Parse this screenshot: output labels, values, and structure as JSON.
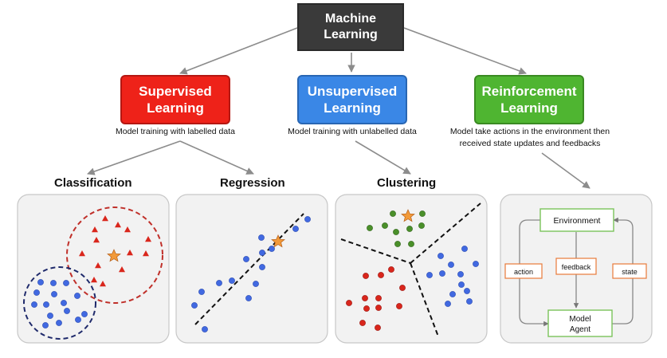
{
  "root": {
    "line1": "Machine",
    "line2": "Learning"
  },
  "categories": [
    {
      "line1": "Supervised",
      "line2": "Learning",
      "color": "#ee2219",
      "desc": [
        "Model training with labelled data"
      ]
    },
    {
      "line1": "Unsupervised",
      "line2": "Learning",
      "color": "#3a87e6",
      "desc": [
        "Model training with unlabelled data"
      ]
    },
    {
      "line1": "Reinforcement",
      "line2": "Learning",
      "color": "#4fb531",
      "desc": [
        "Model take actions in the environment then",
        "received state updates and feedbacks"
      ]
    }
  ],
  "tasks": {
    "classification": "Classification",
    "regression": "Regression",
    "clustering": "Clustering"
  },
  "rl": {
    "environment": "Environment",
    "agent_line1": "Model",
    "agent_line2": "Agent",
    "action": "action",
    "feedback": "feedback",
    "state": "state"
  },
  "colors": {
    "red_points": "#d9261c",
    "blue_points": "#4169e1",
    "green_points": "#4a8f2a",
    "star": "#f29a3a",
    "panel_bg": "#f2f2f2",
    "rl_green_border": "#7bc35a",
    "rl_orange_border": "#e87a3a"
  }
}
